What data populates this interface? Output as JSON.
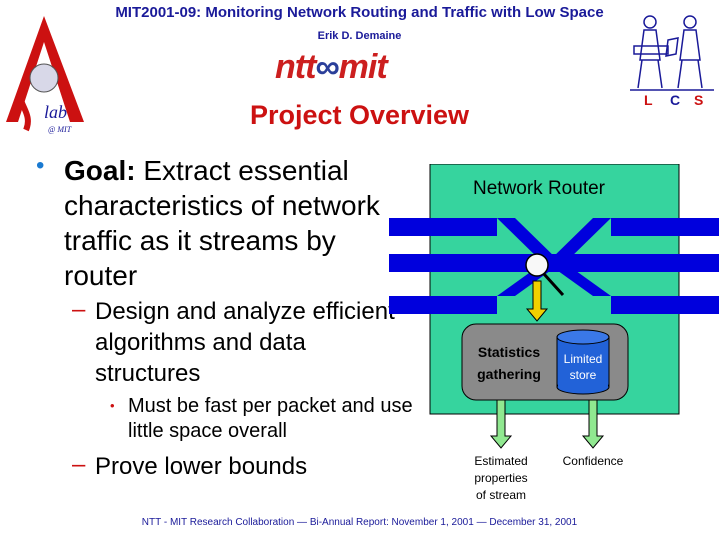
{
  "header": {
    "title": "MIT2001-09: Monitoring Network Routing and Traffic with Low Space",
    "author": "Erik D. Demaine",
    "logo_left": "ntt",
    "logo_right": "mit",
    "ilab_text": "lab",
    "ilab_sub": "@ MIT",
    "lcs_letters": [
      "L",
      "C",
      "S"
    ]
  },
  "slide": {
    "title": "Project Overview",
    "goal_label": "Goal:",
    "goal_text": " Extract essential characteristics of network traffic as it streams by router",
    "sub1": "Design and analyze efficient algorithms and data structures",
    "sub2": "Must be fast per packet and use little space overall",
    "sub3": "Prove lower bounds",
    "dash": "–",
    "bullet": "•"
  },
  "diagram": {
    "router_label": "Network Router",
    "stats_line1": "Statistics",
    "stats_line2": "gathering",
    "store_line1": "Limited",
    "store_line2": "store",
    "out1_line1": "Estimated",
    "out1_line2": "properties",
    "out1_line3": "of stream",
    "out2": "Confidence",
    "colors": {
      "router_fill": "#36d49e",
      "traffic": "#0000dd",
      "stats_fill": "#8a8a8a",
      "store_fill": "#2262d8",
      "arrow_down": "#f0d000",
      "output_arrow": "#90e890"
    }
  },
  "footer": "NTT - MIT Research Collaboration — Bi-Annual Report: November 1, 2001 — December 31, 2001"
}
